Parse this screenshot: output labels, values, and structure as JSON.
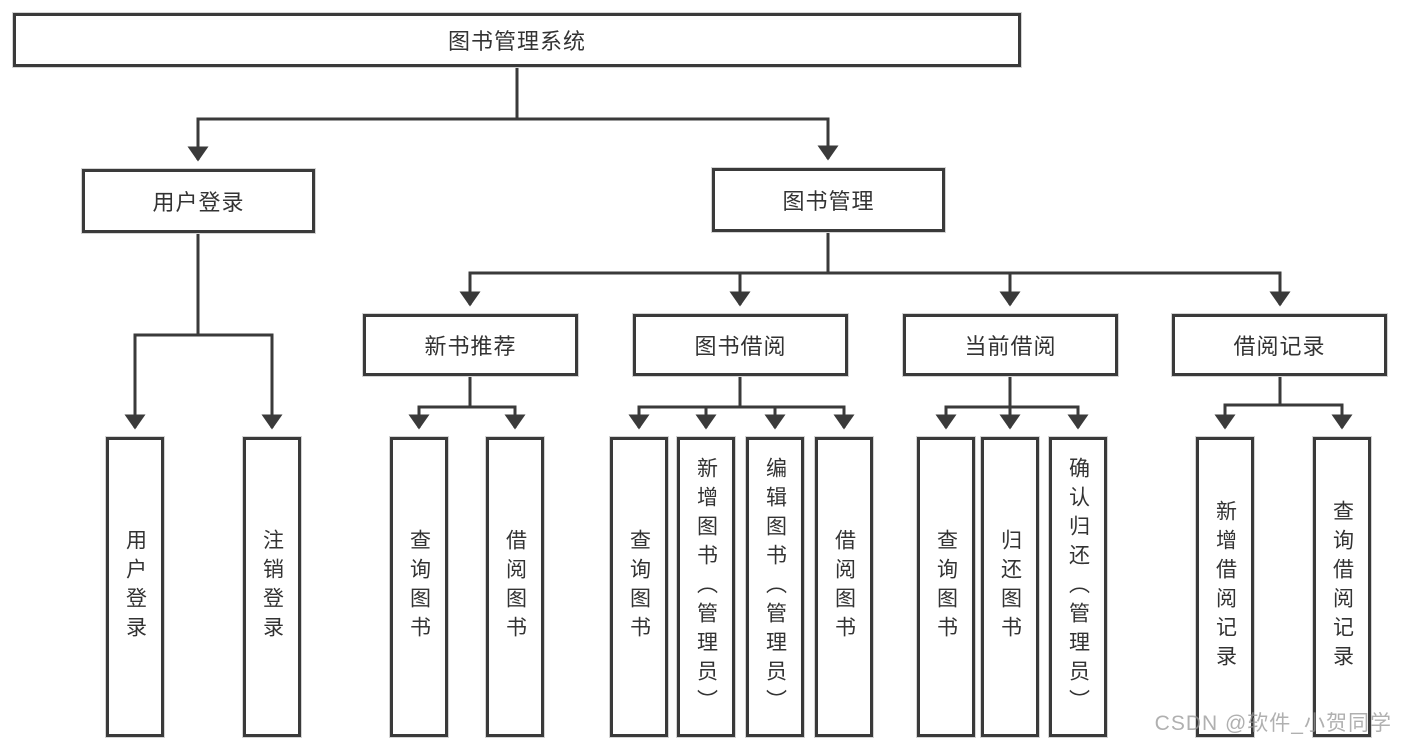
{
  "diagram": {
    "root": {
      "label": "图书管理系统"
    },
    "user_login": {
      "label": "用户登录",
      "children": [
        {
          "label": "用户登录"
        },
        {
          "label": "注销登录"
        }
      ]
    },
    "book_management": {
      "label": "图书管理",
      "children": [
        {
          "label": "新书推荐",
          "children": [
            {
              "label": "查询图书"
            },
            {
              "label": "借阅图书"
            }
          ]
        },
        {
          "label": "图书借阅",
          "children": [
            {
              "label": "查询图书"
            },
            {
              "label": "新增图书（管理员）"
            },
            {
              "label": "编辑图书（管理员）"
            },
            {
              "label": "借阅图书"
            }
          ]
        },
        {
          "label": "当前借阅",
          "children": [
            {
              "label": "查询图书"
            },
            {
              "label": "归还图书"
            },
            {
              "label": "确认归还（管理员）"
            }
          ]
        },
        {
          "label": "借阅记录",
          "children": [
            {
              "label": "新增借阅记录"
            },
            {
              "label": "查询借阅记录"
            }
          ]
        }
      ]
    }
  },
  "watermark": {
    "text": "CSDN @软件_小贺同学"
  },
  "colors": {
    "line": "#3a3a3a",
    "box_border": "#3a3a3a",
    "box_fill": "#ffffff",
    "text": "#333333",
    "watermark": "#b3b3b3"
  }
}
